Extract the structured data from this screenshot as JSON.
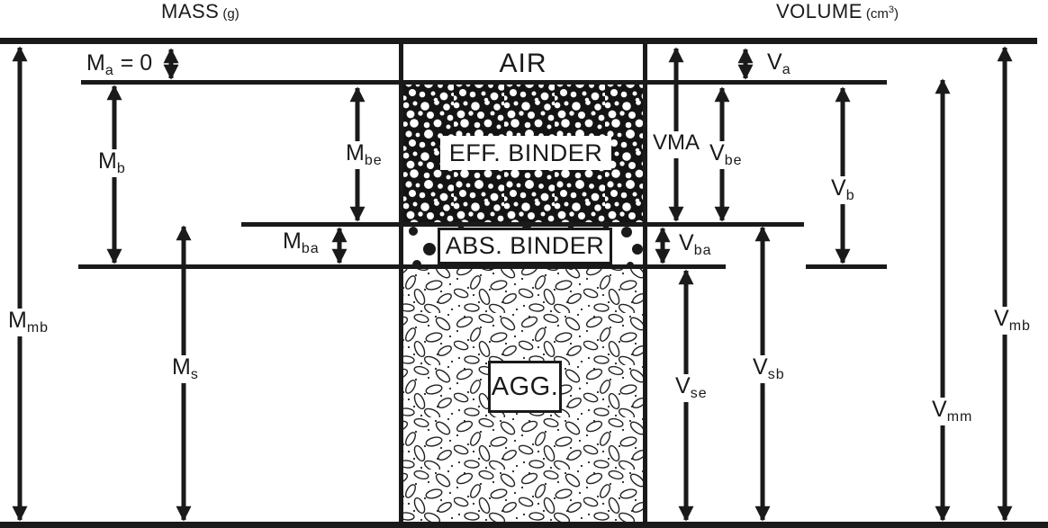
{
  "titles": {
    "mass": "MASS",
    "mass_unit": "(g)",
    "volume": "VOLUME",
    "volume_unit_base": "(cm",
    "volume_unit_exp": "3",
    "volume_unit_close": ")"
  },
  "column": {
    "air": "AIR",
    "eff_binder": "EFF. BINDER",
    "abs_binder": "ABS. BINDER",
    "agg": "AGG."
  },
  "mass_labels": {
    "m_a": {
      "base": "M",
      "sub": "a",
      "suffix": "= 0"
    },
    "m_b": {
      "base": "M",
      "sub": "b"
    },
    "m_be": {
      "base": "M",
      "sub": "be"
    },
    "m_ba": {
      "base": "M",
      "sub": "ba"
    },
    "m_s": {
      "base": "M",
      "sub": "s"
    },
    "m_mb": {
      "base": "M",
      "sub": "mb"
    }
  },
  "volume_labels": {
    "v_a": {
      "base": "V",
      "sub": "a"
    },
    "vma": {
      "base": "VMA",
      "sub": ""
    },
    "v_be": {
      "base": "V",
      "sub": "be"
    },
    "v_ba": {
      "base": "V",
      "sub": "ba"
    },
    "v_b": {
      "base": "V",
      "sub": "b"
    },
    "v_se": {
      "base": "V",
      "sub": "se"
    },
    "v_sb": {
      "base": "V",
      "sub": "sb"
    },
    "v_mm": {
      "base": "V",
      "sub": "mm"
    },
    "v_mb": {
      "base": "V",
      "sub": "mb"
    }
  },
  "colors": {
    "ink": "#1a1a1a",
    "background": "#ffffff"
  }
}
